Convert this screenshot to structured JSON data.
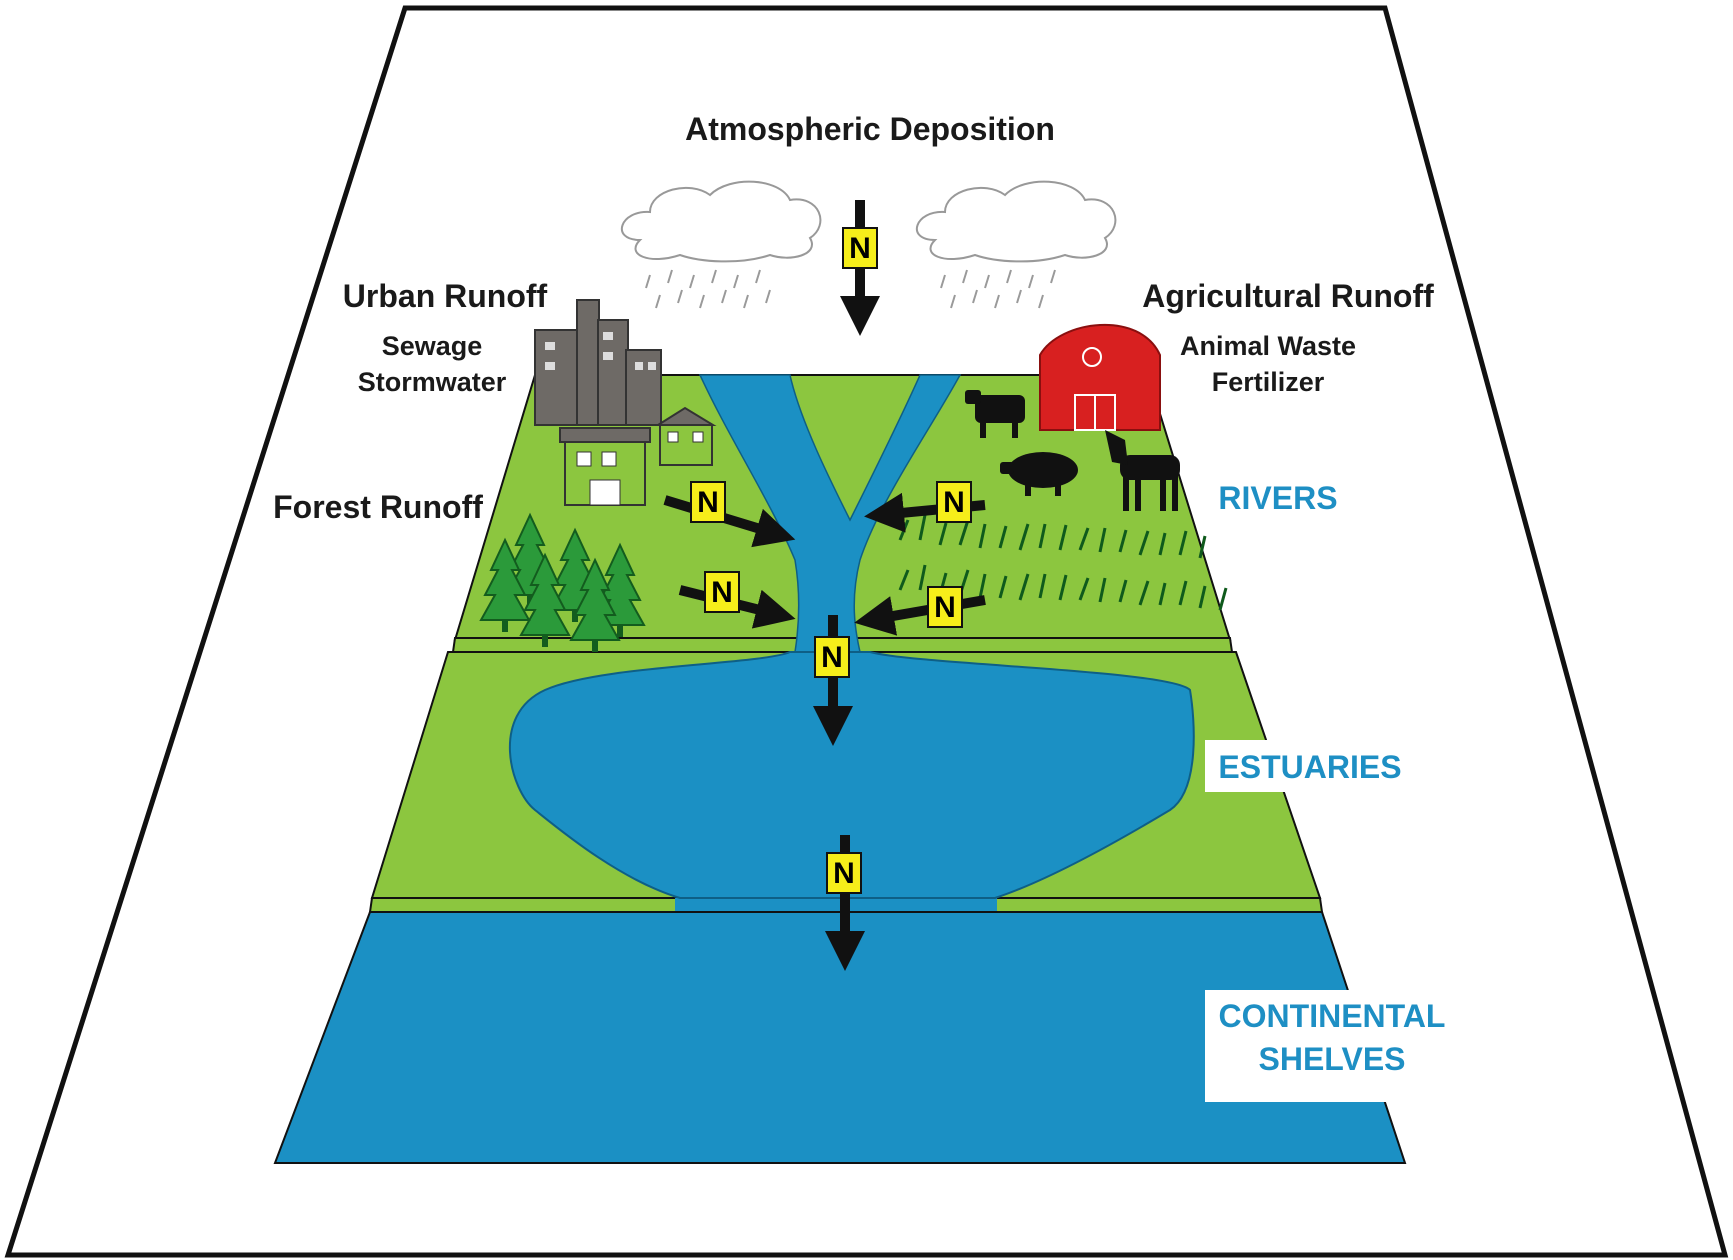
{
  "labels": {
    "atmospheric": "Atmospheric Deposition",
    "urban": "Urban Runoff",
    "sewage": "Sewage",
    "stormwater": "Stormwater",
    "agricultural": "Agricultural Runoff",
    "animal_waste": "Animal Waste",
    "fertilizer": "Fertilizer",
    "forest": "Forest Runoff",
    "rivers": "RIVERS",
    "estuaries": "ESTUARIES",
    "continental_1": "CONTINENTAL",
    "continental_2": "SHELVES"
  },
  "nitrogen_symbol": "N",
  "colors": {
    "land": "#8cc63f",
    "water": "#1b90c4",
    "barn": "#d82020",
    "factory": "#6e6a66",
    "n_badge": "#f6ee1a",
    "label_blue": "#1e8fc4"
  }
}
